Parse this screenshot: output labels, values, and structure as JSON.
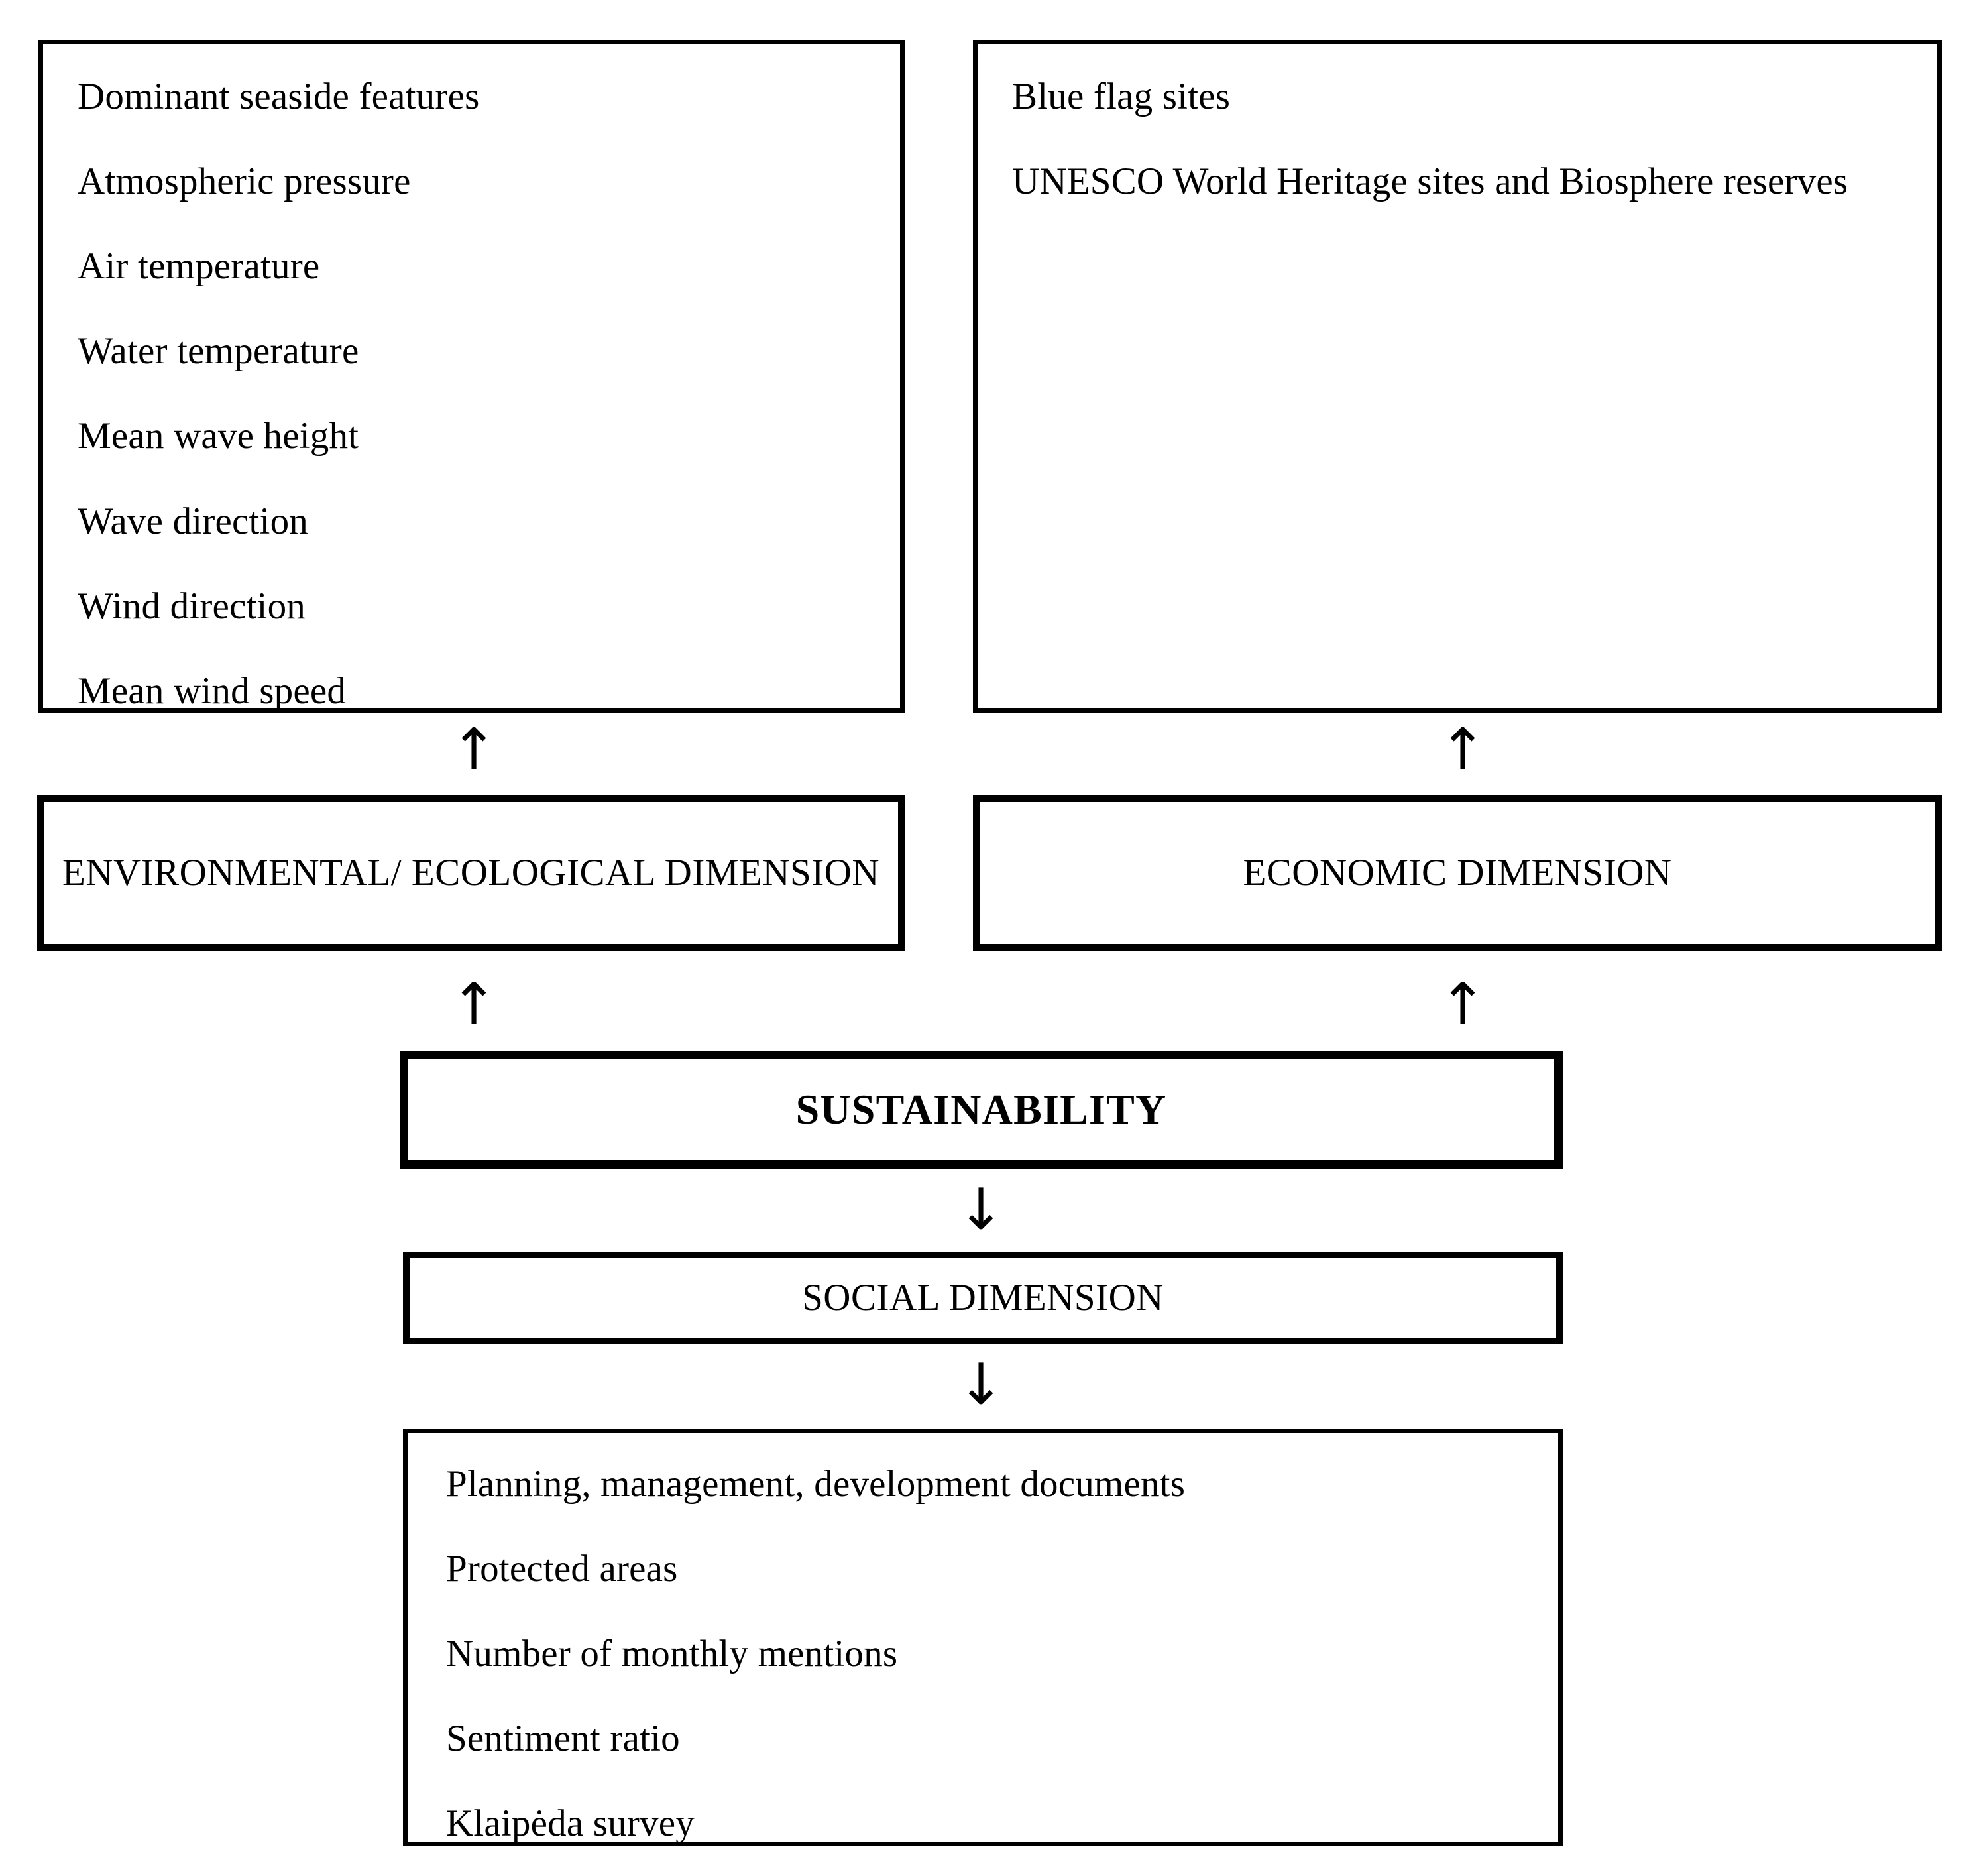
{
  "diagram": {
    "title": "Sustainability dimensions and indicators framework",
    "background_color": "#ffffff",
    "line_color": "#000000"
  },
  "environmental_indicators_box": {
    "name": "environmental-indicators-list",
    "items": [
      "Dominant seaside features",
      "Atmospheric pressure",
      "Air temperature",
      "Water temperature",
      "Mean wave height",
      "Wave direction",
      "Wind direction",
      "Mean wind speed"
    ]
  },
  "economic_indicators_box": {
    "name": "economic-indicators-list",
    "items": [
      "Blue flag sites",
      "UNESCO World Heritage sites and Biosphere reserves"
    ]
  },
  "social_indicators_box": {
    "name": "social-indicators-list",
    "items": [
      "Planning, management, development documents",
      "Protected areas",
      "Number of monthly mentions",
      "Sentiment ratio",
      "Klaipėda survey"
    ]
  },
  "dimensions": {
    "environmental": "ENVIRONMENTAL/ ECOLOGICAL DIMENSION",
    "economic": "ECONOMIC DIMENSION",
    "social": "SOCIAL DIMENSION",
    "core": "SUSTAINABILITY"
  },
  "arrows": {
    "up_glyph": "↑",
    "down_glyph": "↓",
    "env_to_indicators": "↑",
    "eco_to_indicators": "↑",
    "core_to_env": "↑",
    "core_to_eco": "↑",
    "core_to_social": "↓",
    "social_to_indicators": "↓"
  }
}
